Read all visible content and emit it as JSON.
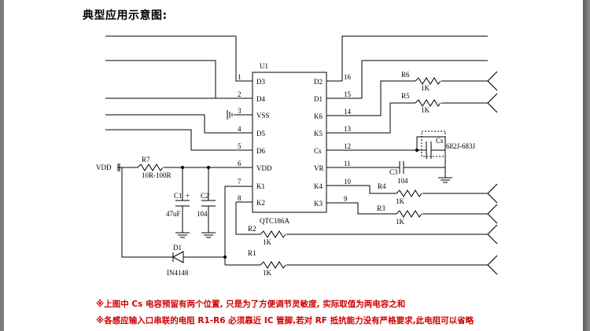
{
  "title": "典型应用示意图:",
  "chip": {
    "ref": "U1",
    "part": "QTC186A",
    "left_pins": [
      {
        "num": "1",
        "name": "D3"
      },
      {
        "num": "2",
        "name": "D4"
      },
      {
        "num": "3",
        "name": "VSS"
      },
      {
        "num": "4",
        "name": "D5"
      },
      {
        "num": "5",
        "name": "D6"
      },
      {
        "num": "6",
        "name": "VDD"
      },
      {
        "num": "7",
        "name": "K1"
      },
      {
        "num": "8",
        "name": "K2"
      }
    ],
    "right_pins": [
      {
        "num": "16",
        "name": "D2"
      },
      {
        "num": "15",
        "name": "D1"
      },
      {
        "num": "14",
        "name": "K6"
      },
      {
        "num": "13",
        "name": "K5"
      },
      {
        "num": "12",
        "name": "Cs"
      },
      {
        "num": "11",
        "name": "VR"
      },
      {
        "num": "10",
        "name": "K4"
      },
      {
        "num": "9",
        "name": "K3"
      }
    ]
  },
  "labels": {
    "vdd": "VDD",
    "r7": "R7",
    "r7v": "10R-100R",
    "c1": "C1",
    "c1plus": "+",
    "c1v": "47uF",
    "c2": "C2",
    "c2v": "104",
    "d1": "D1",
    "d1v": "IN4148",
    "r1": "R1",
    "r2": "R2",
    "r3": "R3",
    "r4": "R4",
    "r5": "R5",
    "r6": "R6",
    "rv": "1K",
    "cs": "Cs",
    "csv": "682J-683J",
    "c3": "C3",
    "c3v": "104"
  },
  "notes": [
    "※上图中 Cs 电容预留有两个位置, 只是为了方便调节灵敏度, 实际取值为两电容之和",
    "※各感应输入口串联的电阻 R1-R6 必须靠近 IC 管脚,若对 RF 抵抗能力没有严格要求,此电阻可以省略"
  ]
}
